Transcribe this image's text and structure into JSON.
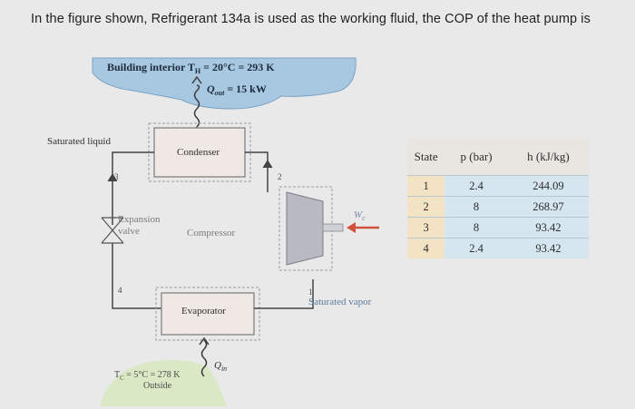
{
  "question": "In the figure shown, Refrigerant 134a is used as the working fluid, the COP of the heat pump is",
  "figure": {
    "building_interior": "Building interior T",
    "building_interior_sub": "H",
    "building_interior_value": " = 20°C = 293 K",
    "q_out": "Q",
    "q_out_sub": "out",
    "q_out_value": " = 15 kW",
    "saturated_liquid": "Saturated liquid",
    "condenser": "Condenser",
    "expansion_valve_1": "Expansion",
    "expansion_valve_2": "valve",
    "compressor": "Compressor",
    "evaporator": "Evaporator",
    "saturated_vapor": "Saturated vapor",
    "work_in": "W",
    "work_in_sub": "c",
    "q_in": "Q",
    "q_in_sub": "in",
    "outside_temp": "T",
    "outside_temp_sub": "C",
    "outside_temp_value": " = 5°C = 278 K",
    "outside": "Outside",
    "state_1": "1",
    "state_2": "2",
    "state_3": "3",
    "state_4": "4"
  },
  "table": {
    "headers": [
      "State",
      "p (bar)",
      "h (kJ/kg)"
    ],
    "rows": [
      [
        "1",
        "2.4",
        "244.09"
      ],
      [
        "2",
        "8",
        "268.97"
      ],
      [
        "3",
        "8",
        "93.42"
      ],
      [
        "4",
        "2.4",
        "93.42"
      ]
    ]
  }
}
